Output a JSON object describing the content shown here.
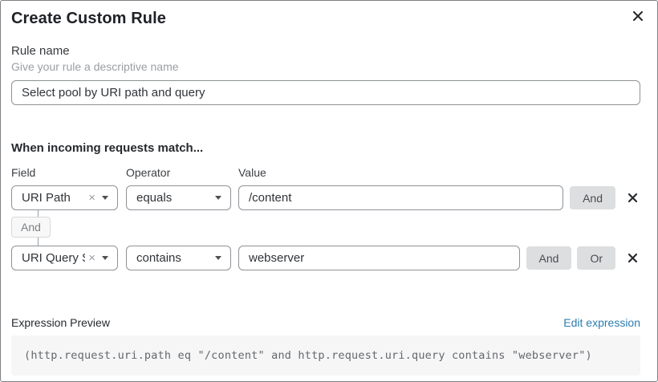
{
  "modal": {
    "title": "Create Custom Rule"
  },
  "rule_name": {
    "label": "Rule name",
    "hint": "Give your rule a descriptive name",
    "value": "Select pool by URI path and query"
  },
  "match": {
    "heading": "When incoming requests match...",
    "columns": {
      "field": "Field",
      "operator": "Operator",
      "value": "Value"
    },
    "connector": "And",
    "rows": [
      {
        "field": "URI Path",
        "clear": "×",
        "operator": "equals",
        "value": "/content",
        "buttons": {
          "and": "And"
        }
      },
      {
        "field": "URI Query St...",
        "clear": "×",
        "operator": "contains",
        "value": "webserver",
        "buttons": {
          "and": "And",
          "or": "Or"
        }
      }
    ]
  },
  "expression": {
    "label": "Expression Preview",
    "edit_link": "Edit expression",
    "code": "(http.request.uri.path eq \"/content\" and http.request.uri.query contains \"webserver\")"
  },
  "colors": {
    "link_blue": "#2c7cb0",
    "button_gray": "#dcdedf",
    "code_bg": "#f6f6f7"
  }
}
